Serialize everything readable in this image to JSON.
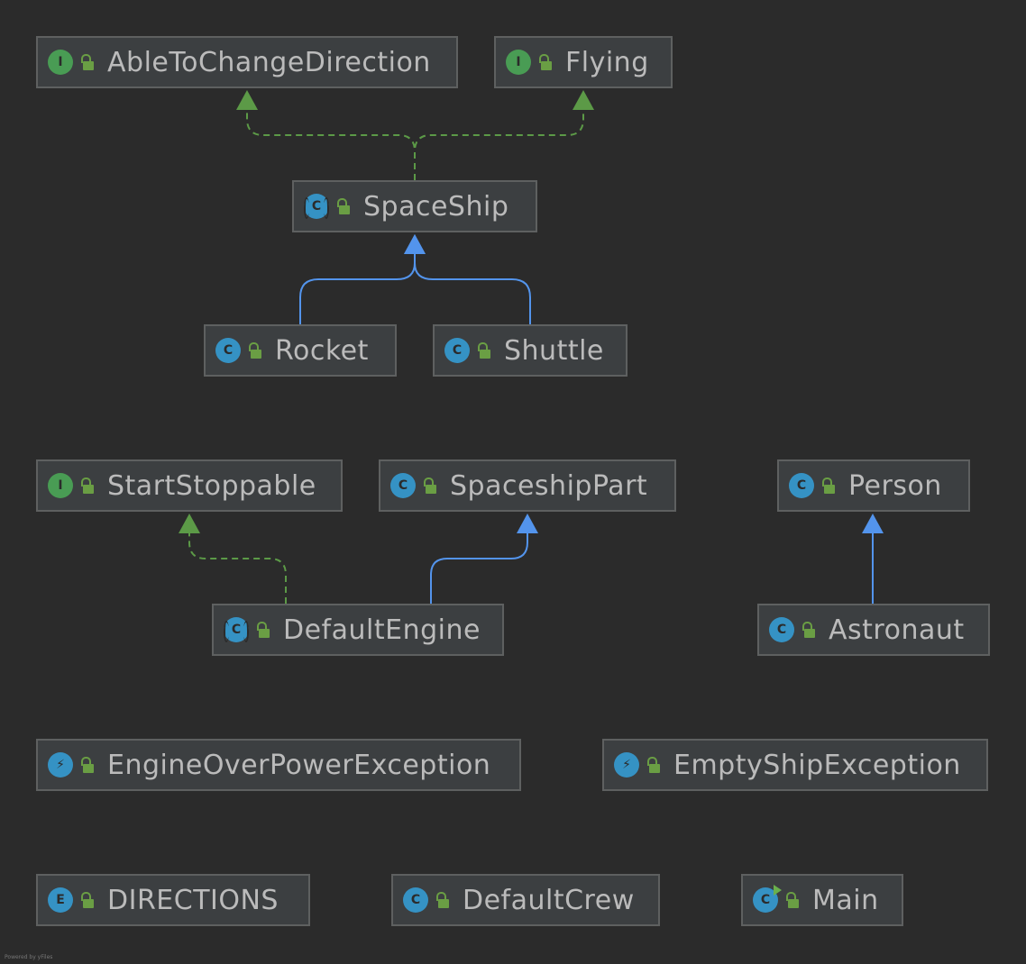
{
  "diagram": {
    "nodes": [
      {
        "id": "able",
        "label": "AbleToChangeDirection",
        "kind": "interface",
        "icon": "I"
      },
      {
        "id": "flying",
        "label": "Flying",
        "kind": "interface",
        "icon": "I"
      },
      {
        "id": "spaceship",
        "label": "SpaceShip",
        "kind": "abstract-class",
        "icon": "C"
      },
      {
        "id": "rocket",
        "label": "Rocket",
        "kind": "class",
        "icon": "C"
      },
      {
        "id": "shuttle",
        "label": "Shuttle",
        "kind": "class",
        "icon": "C"
      },
      {
        "id": "startstoppable",
        "label": "StartStoppable",
        "kind": "interface",
        "icon": "I"
      },
      {
        "id": "spaceshippart",
        "label": "SpaceshipPart",
        "kind": "class",
        "icon": "C"
      },
      {
        "id": "person",
        "label": "Person",
        "kind": "class",
        "icon": "C"
      },
      {
        "id": "defaultengine",
        "label": "DefaultEngine",
        "kind": "abstract-class",
        "icon": "C"
      },
      {
        "id": "astronaut",
        "label": "Astronaut",
        "kind": "class",
        "icon": "C"
      },
      {
        "id": "engineover",
        "label": "EngineOverPowerException",
        "kind": "exception",
        "icon": "⚡"
      },
      {
        "id": "emptyship",
        "label": "EmptyShipException",
        "kind": "exception",
        "icon": "⚡"
      },
      {
        "id": "directions",
        "label": "DIRECTIONS",
        "kind": "enum",
        "icon": "E"
      },
      {
        "id": "defaultcrew",
        "label": "DefaultCrew",
        "kind": "class",
        "icon": "C"
      },
      {
        "id": "main",
        "label": "Main",
        "kind": "main-class",
        "icon": "C"
      }
    ],
    "edges": [
      {
        "from": "spaceship",
        "to": "able",
        "type": "implements"
      },
      {
        "from": "spaceship",
        "to": "flying",
        "type": "implements"
      },
      {
        "from": "rocket",
        "to": "spaceship",
        "type": "extends"
      },
      {
        "from": "shuttle",
        "to": "spaceship",
        "type": "extends"
      },
      {
        "from": "defaultengine",
        "to": "startstoppable",
        "type": "implements"
      },
      {
        "from": "defaultengine",
        "to": "spaceshippart",
        "type": "extends"
      },
      {
        "from": "astronaut",
        "to": "person",
        "type": "extends"
      }
    ],
    "colors": {
      "background": "#2b2b2b",
      "node_fill": "#3c3f41",
      "node_border": "#5e6060",
      "text": "#bbbbbb",
      "implements_edge": "#5c9a47",
      "extends_edge": "#5394ec"
    }
  },
  "footer": {
    "powered_by": "Powered by yFiles"
  }
}
